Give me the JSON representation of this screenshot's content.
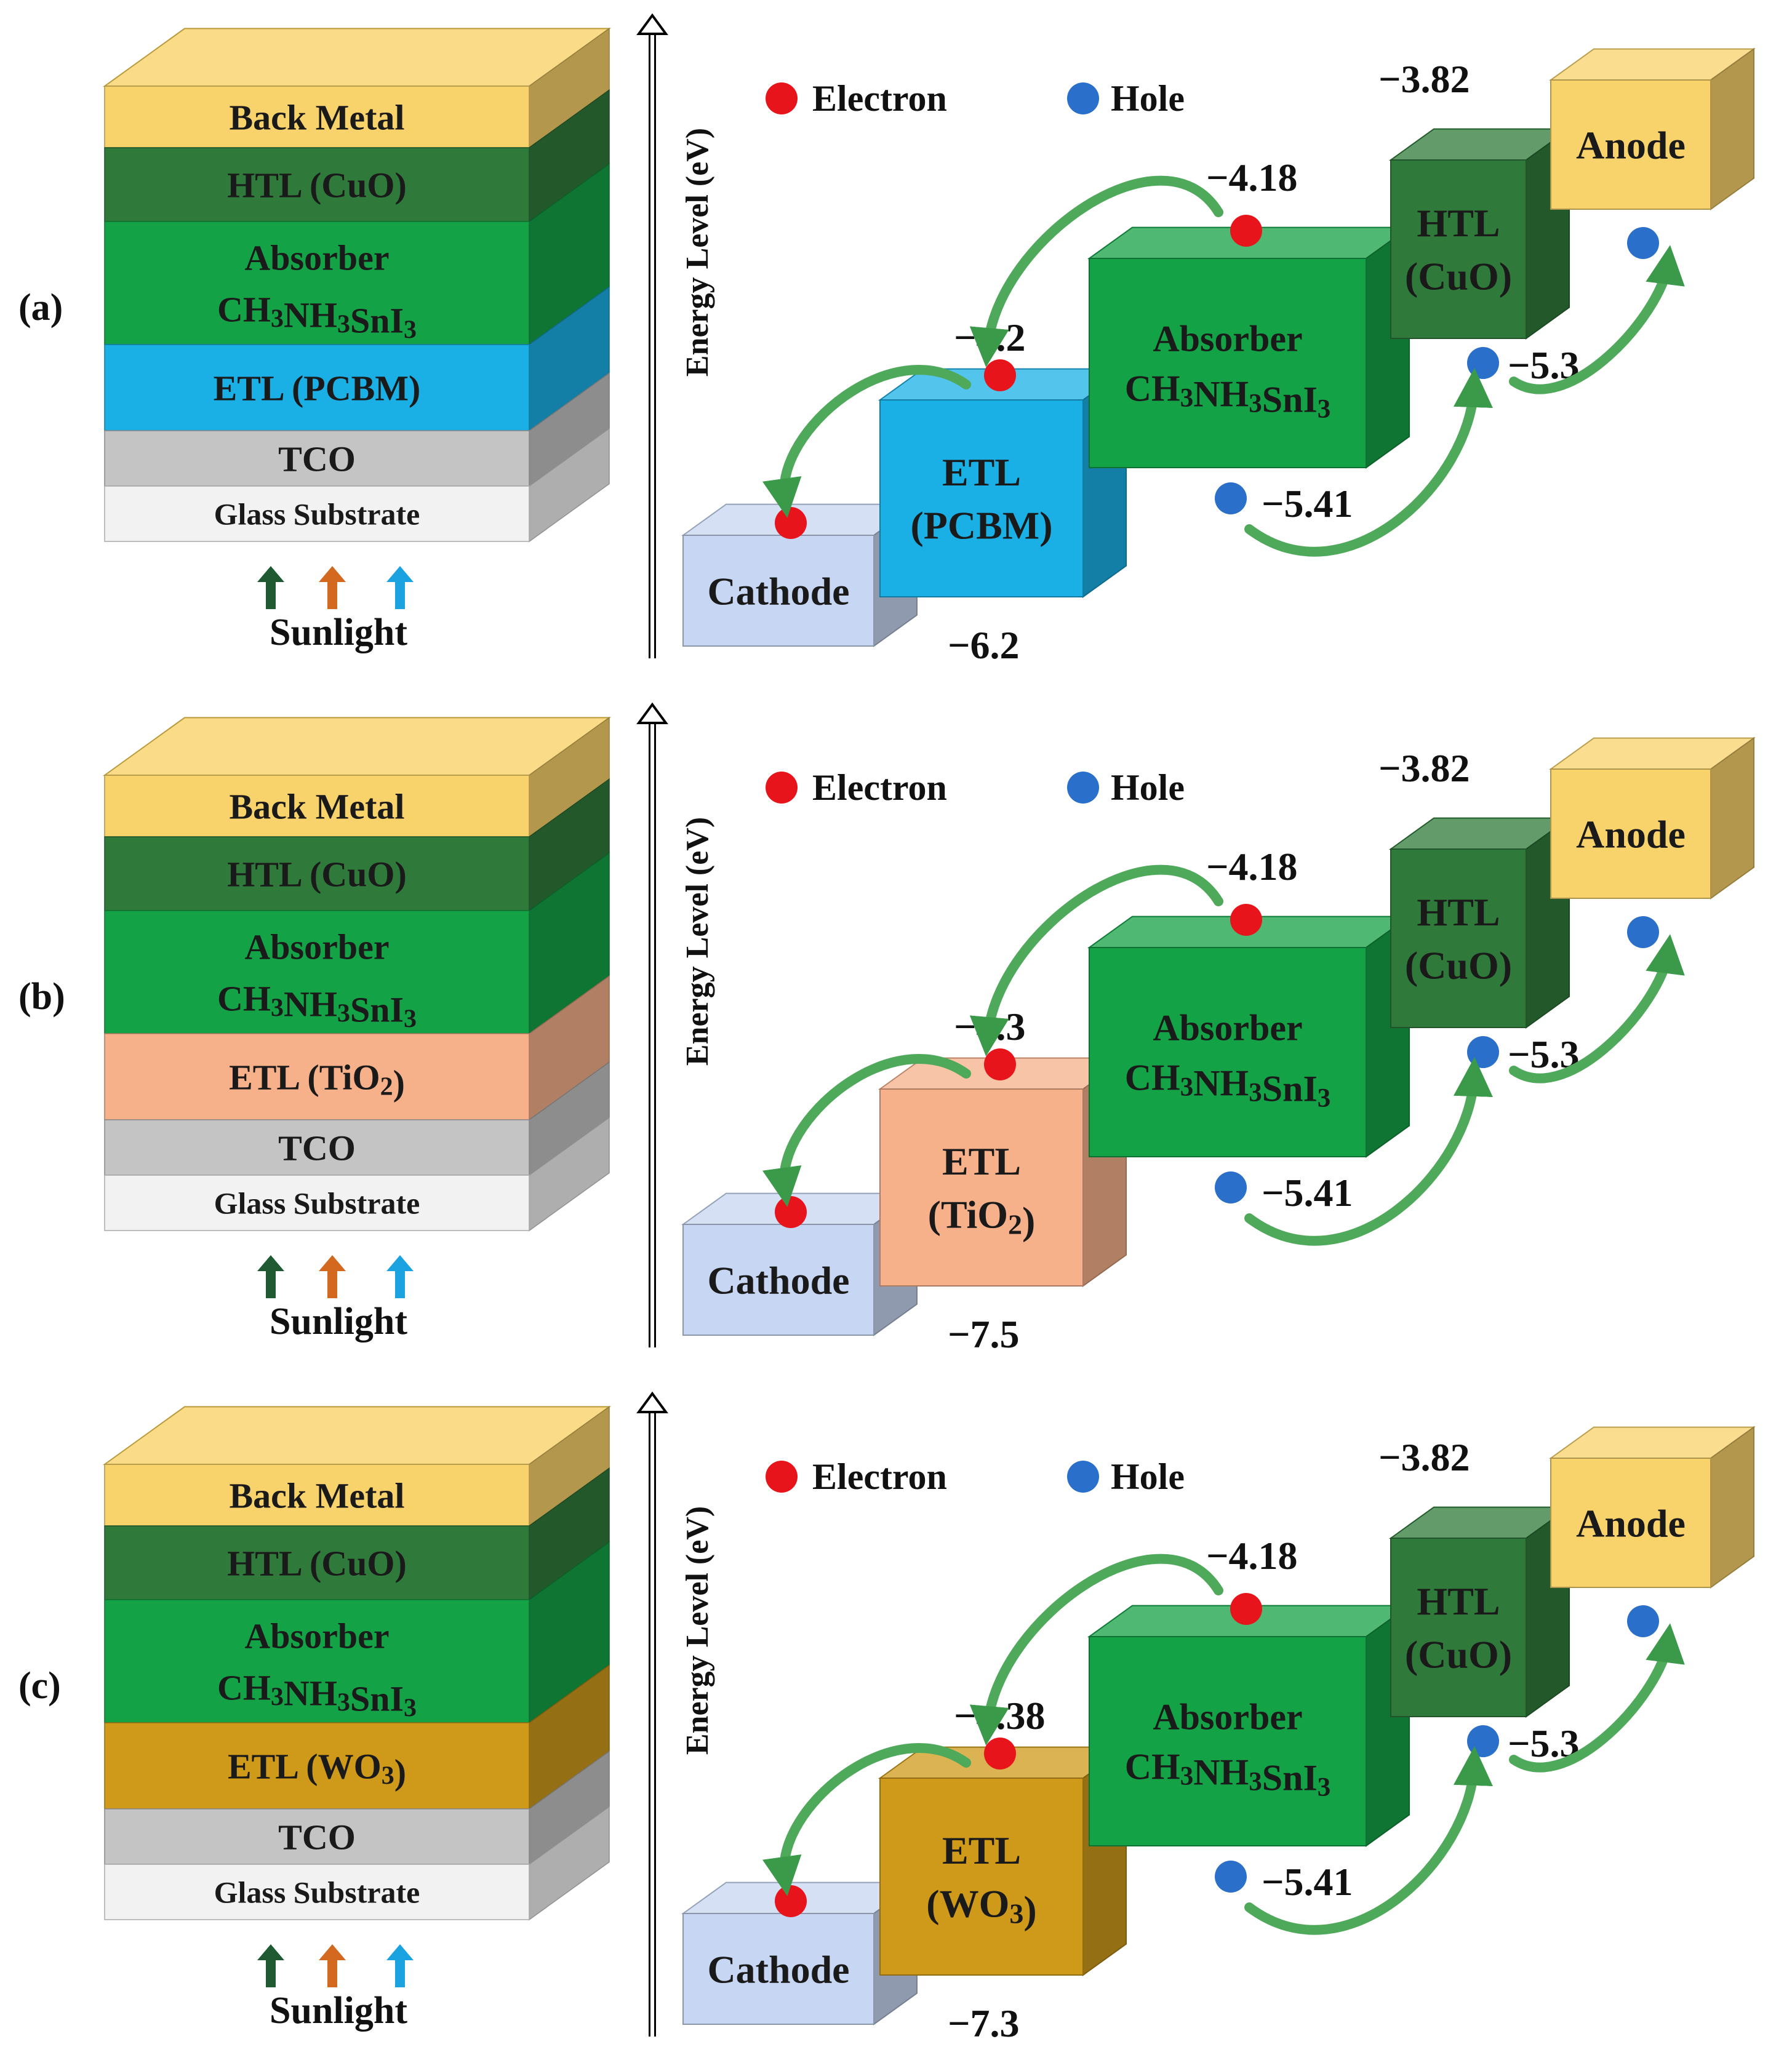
{
  "legend": {
    "electron_label": "Electron",
    "hole_label": "Hole",
    "electron_color": "#e8141b",
    "hole_color": "#2a6fc9"
  },
  "axis_label": "Energy Level (eV)",
  "sunlight_label": "Sunlight",
  "arrow_colors": [
    "#1f5a32",
    "#d2691e",
    "#1aa3e0"
  ],
  "panels": [
    {
      "id": "a",
      "label": "(a)",
      "stack": [
        {
          "lines": [
            "Back Metal"
          ],
          "color": "#f8d26a"
        },
        {
          "lines": [
            "HTL (CuO)"
          ],
          "color": "#2f7a3a"
        },
        {
          "lines": [
            "Absorber",
            "CH3NH3SnI3"
          ],
          "color": "#14a246"
        },
        {
          "lines": [
            "ETL (PCBM)"
          ],
          "color": "#1ab0e6"
        },
        {
          "lines": [
            "TCO"
          ],
          "color": "#c4c4c4"
        },
        {
          "lines": [
            "Glass Substrate"
          ],
          "color": "#f2f2f2"
        }
      ],
      "boxes": {
        "cathode": {
          "lines": [
            "Cathode"
          ],
          "color": "#c7d6f2"
        },
        "etl": {
          "lines": [
            "ETL",
            "(PCBM)"
          ],
          "color": "#1ab0e6"
        },
        "absorber": {
          "lines": [
            "Absorber",
            "CH3NH3SnI3"
          ],
          "color": "#14a246"
        },
        "htl": {
          "lines": [
            "HTL",
            "(CuO)"
          ],
          "color": "#2f7a3a"
        },
        "anode": {
          "lines": [
            "Anode"
          ],
          "color": "#f8d26a"
        }
      },
      "levels": {
        "etl_top": "−4.2",
        "etl_bottom": "−6.2",
        "abs_top": "−4.18",
        "abs_bottom": "−5.41",
        "htl_top": "−3.82",
        "htl_bottom": "−5.3"
      }
    },
    {
      "id": "b",
      "label": "(b)",
      "stack": [
        {
          "lines": [
            "Back Metal"
          ],
          "color": "#f8d26a"
        },
        {
          "lines": [
            "HTL (CuO)"
          ],
          "color": "#2f7a3a"
        },
        {
          "lines": [
            "Absorber",
            "CH3NH3SnI3"
          ],
          "color": "#14a246"
        },
        {
          "lines": [
            "ETL (TiO2)"
          ],
          "color": "#f6b08a"
        },
        {
          "lines": [
            "TCO"
          ],
          "color": "#c4c4c4"
        },
        {
          "lines": [
            "Glass Substrate"
          ],
          "color": "#f2f2f2"
        }
      ],
      "boxes": {
        "cathode": {
          "lines": [
            "Cathode"
          ],
          "color": "#c7d6f2"
        },
        "etl": {
          "lines": [
            "ETL",
            "(TiO2)"
          ],
          "color": "#f6b08a"
        },
        "absorber": {
          "lines": [
            "Absorber",
            "CH3NH3SnI3"
          ],
          "color": "#14a246"
        },
        "htl": {
          "lines": [
            "HTL",
            "(CuO)"
          ],
          "color": "#2f7a3a"
        },
        "anode": {
          "lines": [
            "Anode"
          ],
          "color": "#f8d26a"
        }
      },
      "levels": {
        "etl_top": "−4.3",
        "etl_bottom": "−7.5",
        "abs_top": "−4.18",
        "abs_bottom": "−5.41",
        "htl_top": "−3.82",
        "htl_bottom": "−5.3"
      }
    },
    {
      "id": "c",
      "label": "(c)",
      "stack": [
        {
          "lines": [
            "Back Metal"
          ],
          "color": "#f8d26a"
        },
        {
          "lines": [
            "HTL (CuO)"
          ],
          "color": "#2f7a3a"
        },
        {
          "lines": [
            "Absorber",
            "CH3NH3SnI3"
          ],
          "color": "#14a246"
        },
        {
          "lines": [
            "ETL (WO3)"
          ],
          "color": "#cf9a1a"
        },
        {
          "lines": [
            "TCO"
          ],
          "color": "#c4c4c4"
        },
        {
          "lines": [
            "Glass Substrate"
          ],
          "color": "#f2f2f2"
        }
      ],
      "boxes": {
        "cathode": {
          "lines": [
            "Cathode"
          ],
          "color": "#c7d6f2"
        },
        "etl": {
          "lines": [
            "ETL",
            "(WO3)"
          ],
          "color": "#cf9a1a"
        },
        "absorber": {
          "lines": [
            "Absorber",
            "CH3NH3SnI3"
          ],
          "color": "#14a246"
        },
        "htl": {
          "lines": [
            "HTL",
            "(CuO)"
          ],
          "color": "#2f7a3a"
        },
        "anode": {
          "lines": [
            "Anode"
          ],
          "color": "#f8d26a"
        }
      },
      "levels": {
        "etl_top": "−4.38",
        "etl_bottom": "−7.3",
        "abs_top": "−4.18",
        "abs_bottom": "−5.41",
        "htl_top": "−3.82",
        "htl_bottom": "−5.3"
      }
    }
  ]
}
